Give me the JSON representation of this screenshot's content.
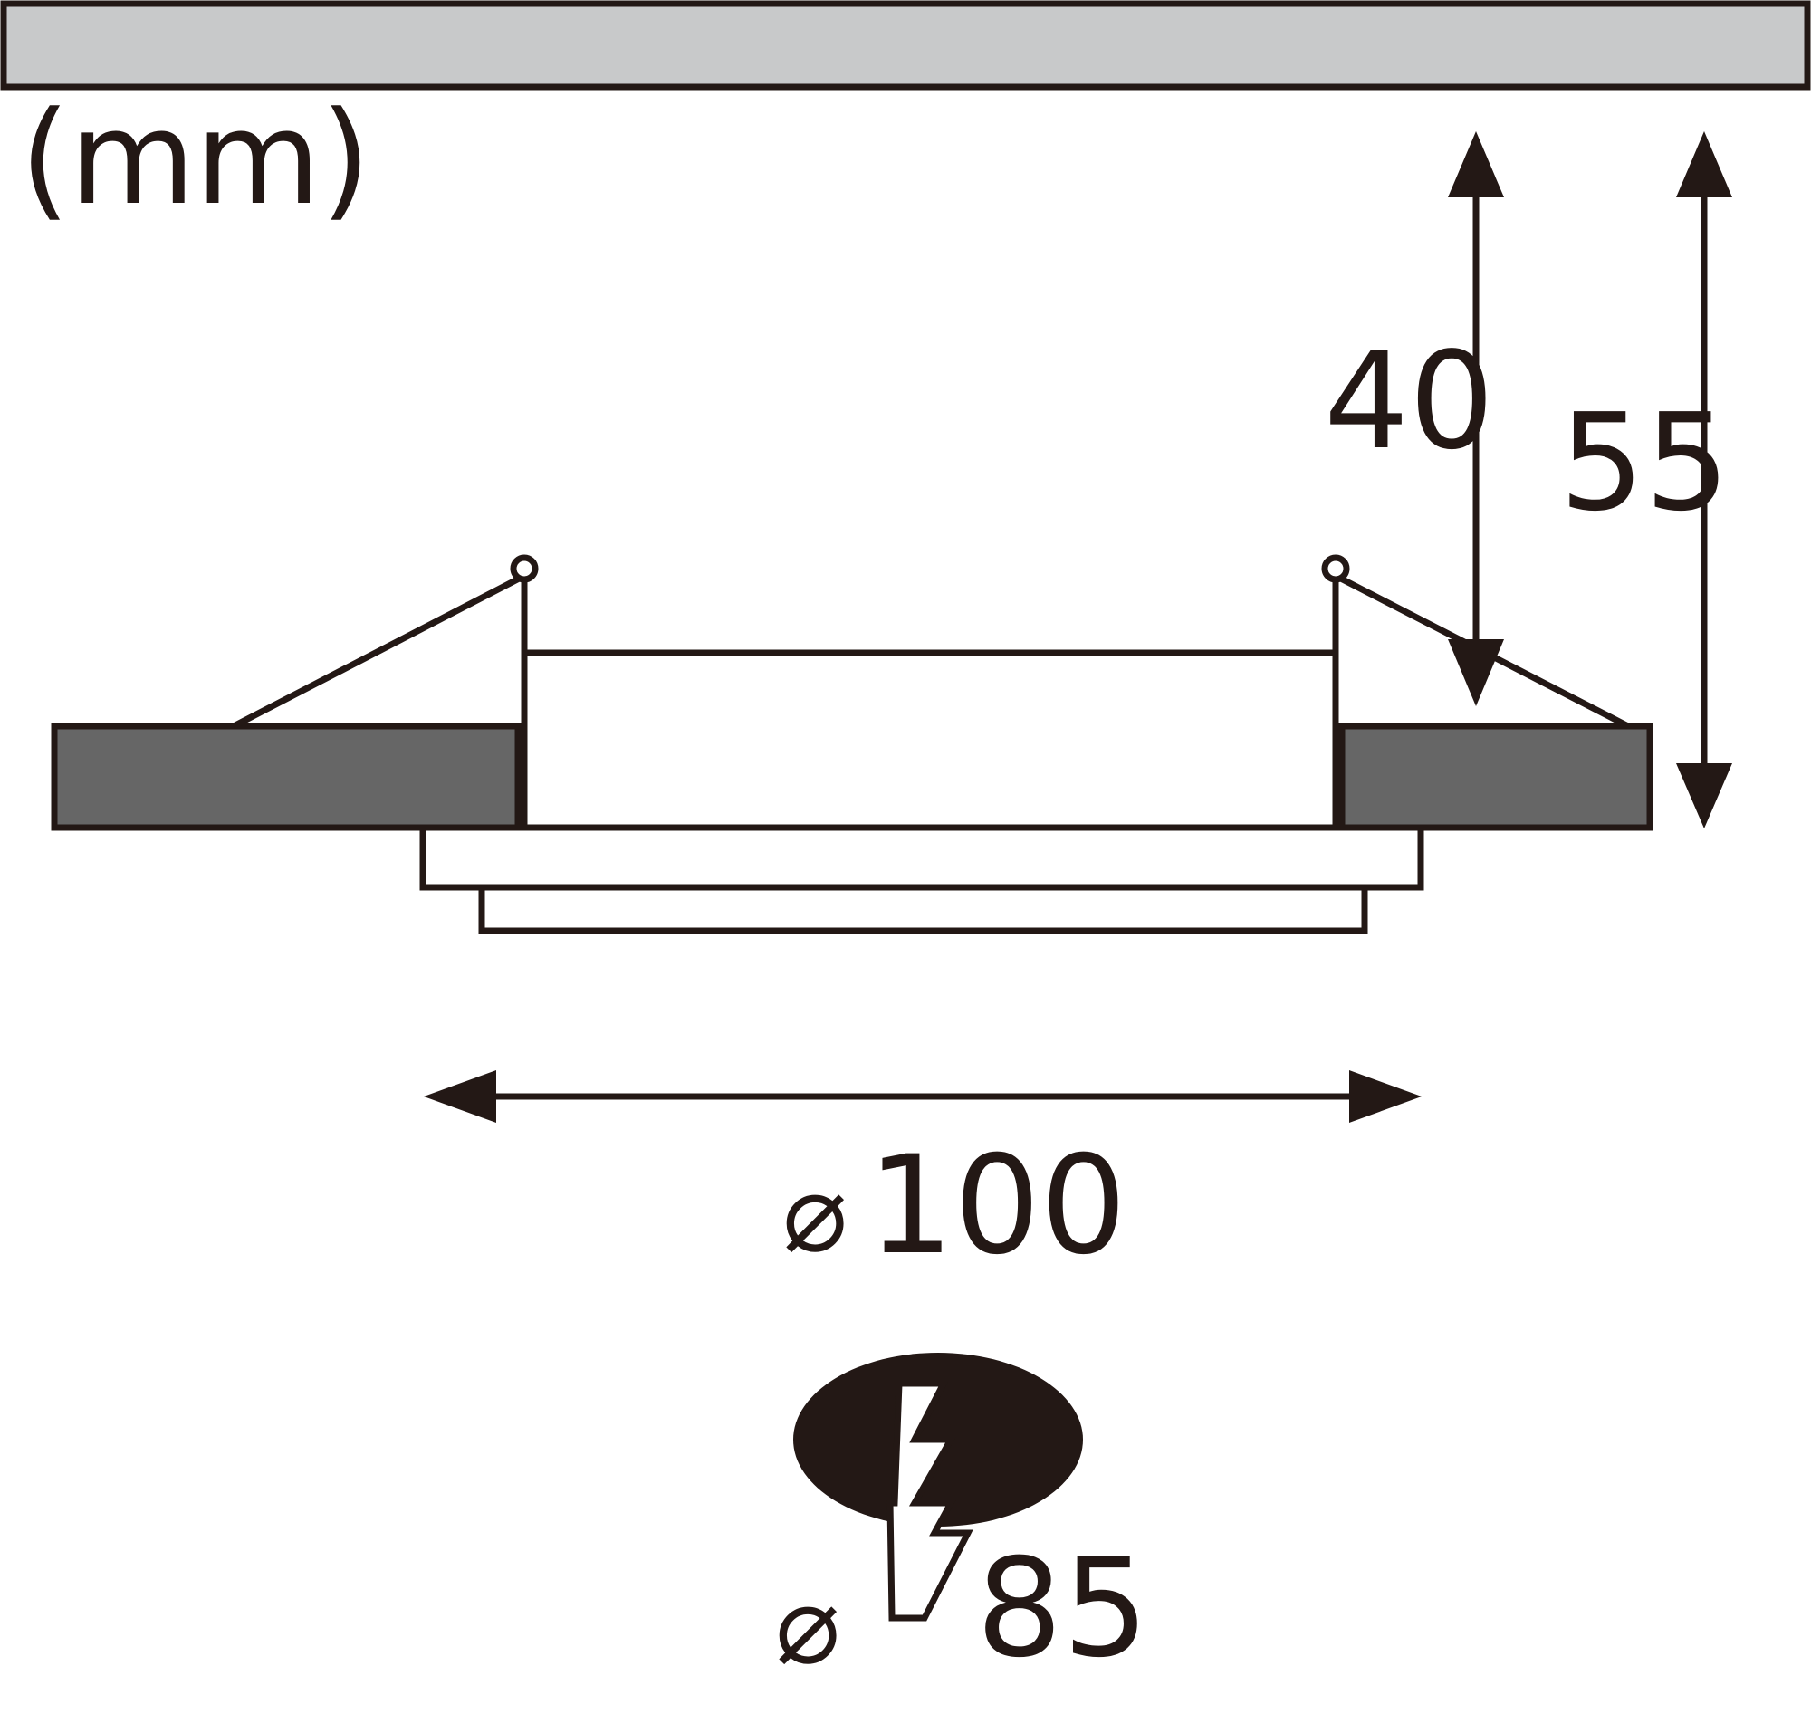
{
  "units_label": "(mm)",
  "dimensions": {
    "recess_depth": "40",
    "total_height": "55",
    "outer_diameter": {
      "symbol": "⌀",
      "value": "100"
    },
    "cutout_diameter": {
      "symbol": "⌀",
      "value": "85"
    }
  },
  "colors": {
    "line": "#231815",
    "ceiling": "#c8c9ca",
    "panel": "#666666",
    "background": "#ffffff"
  },
  "icons": [
    "ceiling-panel",
    "spring-clip-icon",
    "dimension-arrow",
    "cutout-hole-icon",
    "lightning-bolt-icon"
  ]
}
